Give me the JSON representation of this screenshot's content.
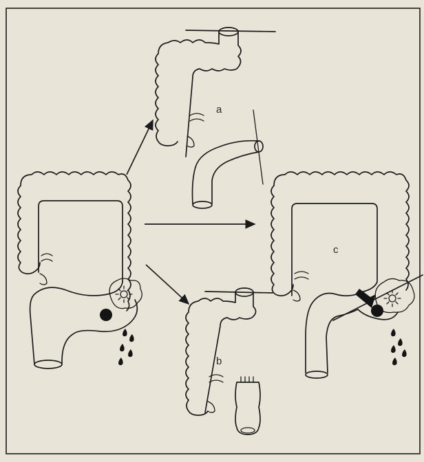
{
  "labels": {
    "a": "a",
    "b": "b",
    "c": "c"
  },
  "colors": {
    "paper": "#e9e4d8",
    "ink": "#1b1b1b"
  }
}
